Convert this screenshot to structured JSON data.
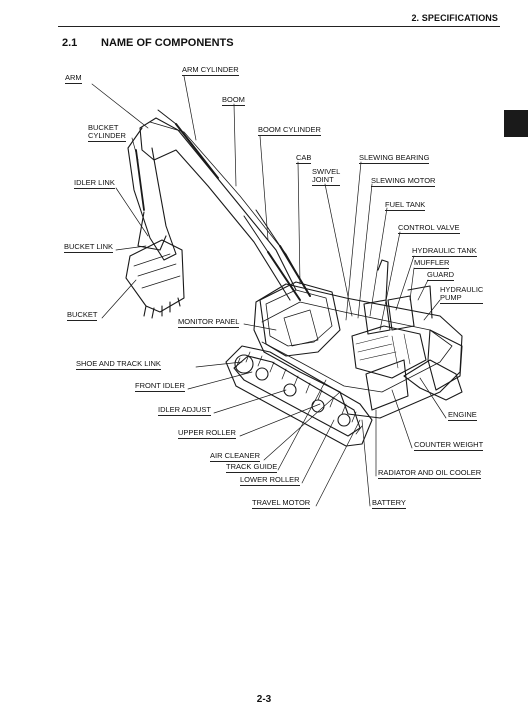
{
  "header": {
    "chapter": "2. SPECIFICATIONS"
  },
  "section": {
    "number": "2.1",
    "title": "NAME OF COMPONENTS"
  },
  "labels": {
    "arm": "ARM",
    "arm_cylinder": "ARM CYLINDER",
    "boom": "BOOM",
    "bucket_cylinder": "BUCKET\nCYLINDER",
    "boom_cylinder": "BOOM CYLINDER",
    "cab": "CAB",
    "slewing_bearing": "SLEWING BEARING",
    "swivel_joint": "SWIVEL\nJOINT",
    "slewing_motor": "SLEWING MOTOR",
    "idler_link": "IDLER LINK",
    "fuel_tank": "FUEL TANK",
    "control_valve": "CONTROL VALVE",
    "bucket_link": "BUCKET LINK",
    "hydraulic_tank": "HYDRAULIC TANK",
    "muffler": "MUFFLER",
    "guard": "GUARD",
    "hydraulic_pump": "HYDRAULIC\nPUMP",
    "bucket": "BUCKET",
    "monitor_panel": "MONITOR PANEL",
    "shoe_and_track_link": "SHOE AND TRACK LINK",
    "front_idler": "FRONT IDLER",
    "idler_adjust": "IDLER ADJUST",
    "engine": "ENGINE",
    "upper_roller": "UPPER ROLLER",
    "counter_weight": "COUNTER WEIGHT",
    "air_cleaner": "AIR CLEANER",
    "track_guide": "TRACK GUIDE",
    "radiator_and_oil_cooler": "RADIATOR AND OIL COOLER",
    "lower_roller": "LOWER ROLLER",
    "travel_motor": "TRAVEL MOTOR",
    "battery": "BATTERY"
  },
  "footer": {
    "page_number": "2-3"
  }
}
